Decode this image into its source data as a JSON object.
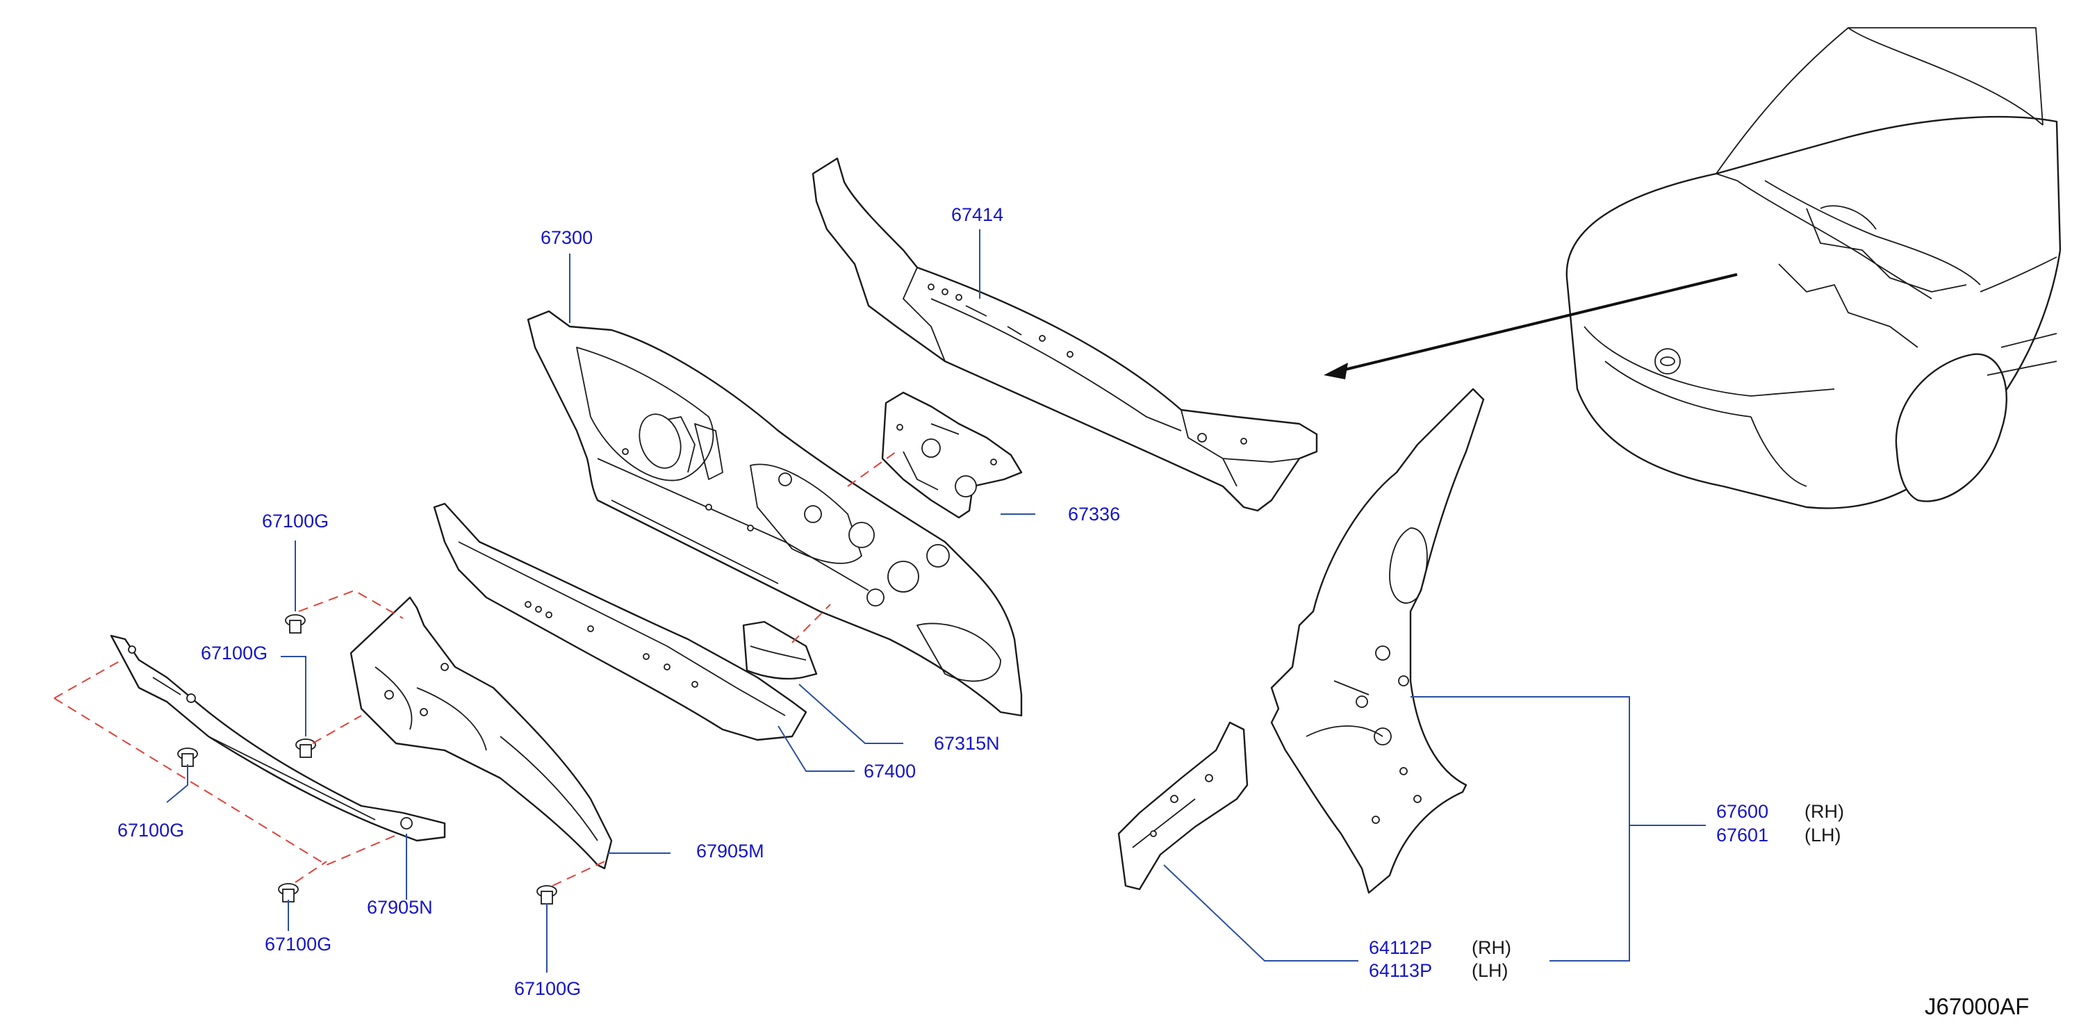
{
  "diagram_code": "J67000AF",
  "labels": {
    "p67414": "67414",
    "p67300": "67300",
    "p67336": "67336",
    "p67315n": "67315N",
    "p67400": "67400",
    "p67905m": "67905M",
    "p67905n": "67905N",
    "p67100g_1": "67100G",
    "p67100g_2": "67100G",
    "p67100g_3": "67100G",
    "p67100g_4": "67100G",
    "p67100g_5": "67100G",
    "p67600": "67600",
    "p67601": "67601",
    "p64112p": "64112P",
    "p64113p": "64113P"
  },
  "sides": {
    "rh_1": "(RH)",
    "lh_1": "(LH)",
    "rh_2": "(RH)",
    "lh_2": "(LH)"
  },
  "colors": {
    "label": "#1515c8",
    "leader": "#2b4fa0",
    "dashed_guide": "#e0413a",
    "line_art": "#1b1b1b"
  }
}
